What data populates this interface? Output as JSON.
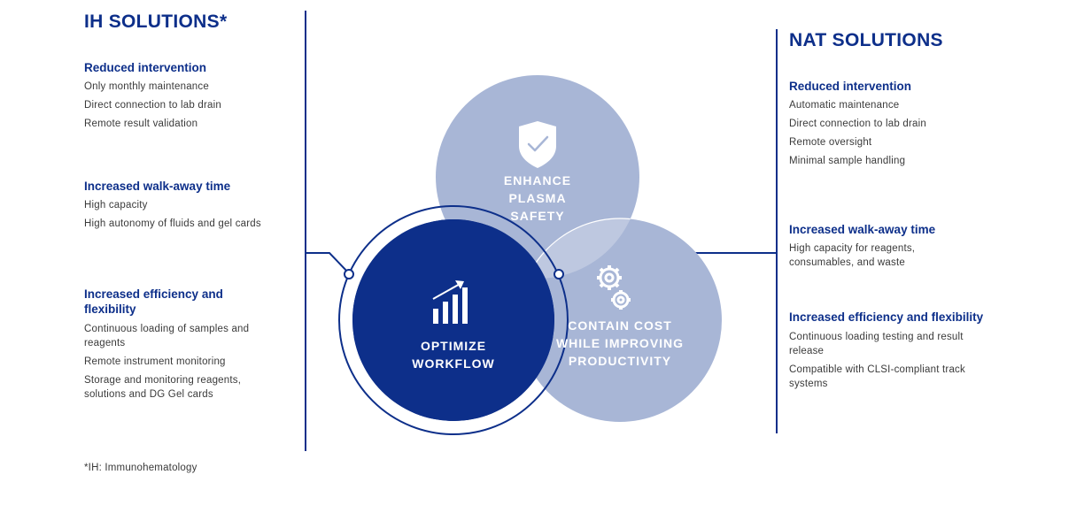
{
  "left": {
    "title": "IH SOLUTIONS*",
    "groups": [
      {
        "title": "Reduced intervention",
        "items": [
          "Only monthly maintenance",
          "Direct connection to lab drain",
          "Remote result validation"
        ]
      },
      {
        "title": "Increased walk-away time",
        "items": [
          "High capacity",
          "High autonomy of fluids and gel cards"
        ]
      },
      {
        "title": "Increased efficiency and flexibility",
        "items": [
          "Continuous loading of samples and reagents",
          "Remote instrument monitoring",
          "Storage and monitoring reagents, solutions and DG Gel cards"
        ]
      }
    ],
    "footnote": "*IH: Immunohematology"
  },
  "right": {
    "title": "NAT SOLUTIONS",
    "groups": [
      {
        "title": "Reduced intervention",
        "items": [
          "Automatic maintenance",
          "Direct connection to lab drain",
          "Remote oversight",
          "Minimal sample handling"
        ]
      },
      {
        "title": "Increased walk-away time",
        "items": [
          "High capacity for reagents, consumables, and waste"
        ]
      },
      {
        "title": "Increased efficiency and flexibility",
        "items": [
          "Continuous loading testing and result release",
          "Compatible with CLSI-compliant track systems"
        ]
      }
    ]
  },
  "circles": {
    "safety": {
      "line1": "ENHANCE",
      "line2": "PLASMA",
      "line3": "SAFETY",
      "icon": "shield-check-icon"
    },
    "cost": {
      "line1": "CONTAIN COST",
      "line2": "WHILE IMPROVING",
      "line3": "PRODUCTIVITY",
      "icon": "gears-icon"
    },
    "workflow": {
      "line1": "OPTIMIZE",
      "line2": "WORKFLOW",
      "icon": "growth-chart-icon"
    }
  },
  "colors": {
    "navy": "#0d2f8a",
    "light": "#a8b6d6",
    "white": "#ffffff"
  }
}
